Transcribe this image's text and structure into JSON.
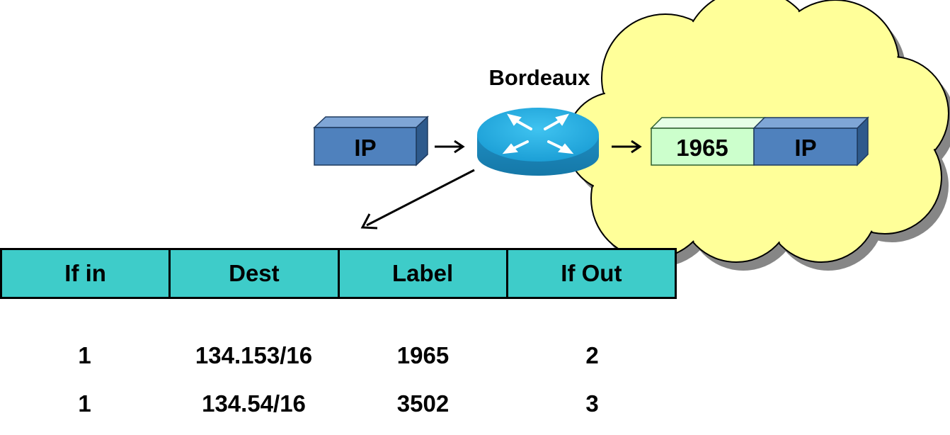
{
  "router": {
    "name": "Bordeaux",
    "icon": "router-icon"
  },
  "incoming_packet": {
    "label": "IP"
  },
  "outgoing_packet": {
    "label_tag": "1965",
    "payload": "IP"
  },
  "table": {
    "headers": [
      "If in",
      "Dest",
      "Label",
      "If Out"
    ],
    "rows": [
      [
        "1",
        "134.153/16",
        "1965",
        "2"
      ],
      [
        "1",
        "134.54/16",
        "3502",
        "3"
      ]
    ]
  },
  "colors": {
    "cloud": "#FFFF99",
    "header_fill": "#3ECCC9",
    "ip_box": "#4F81BD",
    "label_box": "#CCFFCC",
    "router": "#1BA1D8"
  }
}
